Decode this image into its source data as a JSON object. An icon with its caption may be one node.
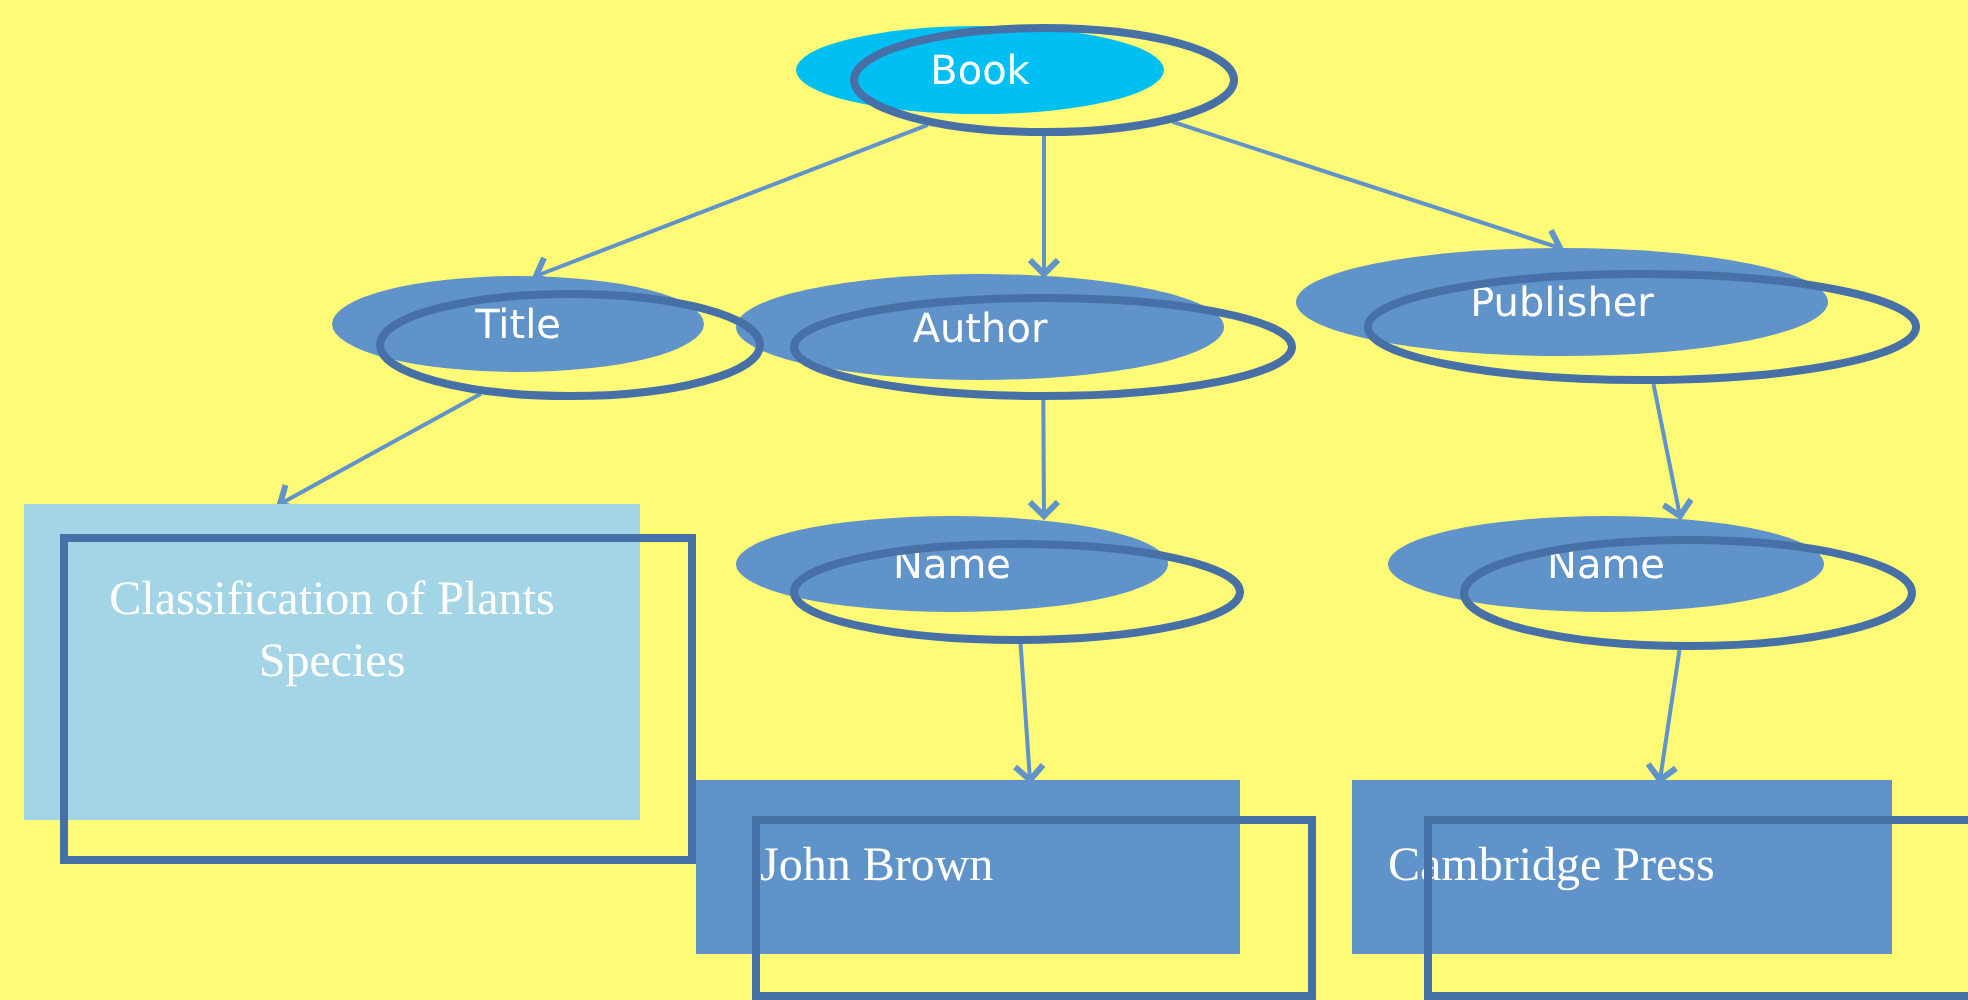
{
  "diagram": {
    "nodes": [
      {
        "text": [
          "Book"
        ]
      },
      {
        "text": [
          "Title"
        ]
      },
      {
        "text": [
          "Author"
        ]
      },
      {
        "text": [
          "Publisher"
        ]
      },
      {
        "text": [
          "Classification of Plants Species"
        ]
      },
      {
        "text": [
          "Name"
        ]
      },
      {
        "text": [
          "Name"
        ]
      },
      {
        "text": [
          "John Brown"
        ]
      },
      {
        "text": [
          "Cambridge Press"
        ]
      }
    ],
    "edges": [
      {
        "from": 0,
        "to": 1,
        "arrow": "to"
      },
      {
        "from": 0,
        "to": 2,
        "arrow": "to"
      },
      {
        "from": 0,
        "to": 3,
        "arrow": "to"
      },
      {
        "from": 1,
        "to": 4,
        "arrow": "to"
      },
      {
        "from": 2,
        "to": 5,
        "arrow": "to"
      },
      {
        "from": 3,
        "to": 6,
        "arrow": "to"
      },
      {
        "from": 5,
        "to": 7,
        "arrow": "to"
      },
      {
        "from": 6,
        "to": 8,
        "arrow": "to"
      }
    ]
  }
}
